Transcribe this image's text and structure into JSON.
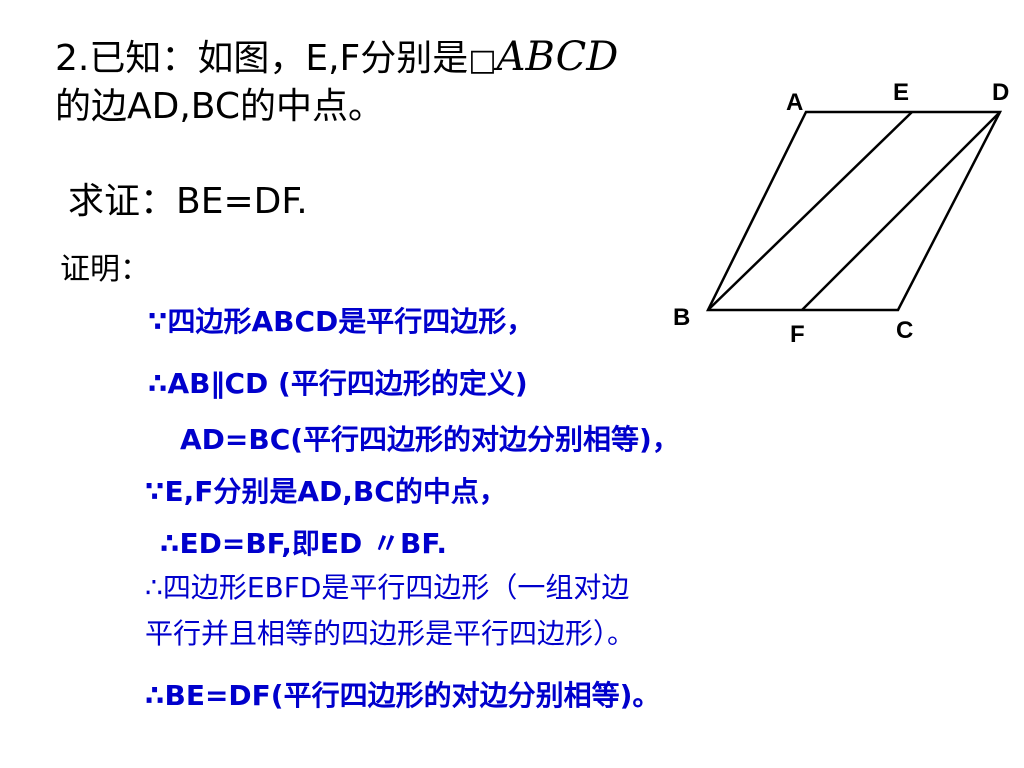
{
  "problem": {
    "line1_prefix": "2.已知：如图，E,F分别是",
    "placeholder_glyph": "□",
    "shape_name": "ABCD",
    "line2": "的边AD,BC的中点。"
  },
  "prove": {
    "text": "求证：BE=DF."
  },
  "proof_label": "证明：",
  "steps": [
    "∵四边形ABCD是平行四边形，",
    "∴AB∥CD  (平行四边形的定义)",
    "AD=BC(平行四边形的对边分别相等)，",
    "∵E,F分别是AD,BC的中点，",
    "∴ED=BF,即ED  〃BF.",
    "∴四边形EBFD是平行四边形（一组对边",
    "平行并且相等的四边形是平行四边形）。",
    "∴BE=DF(平行四边形的对边分别相等)。"
  ],
  "figure": {
    "labels": {
      "A": "A",
      "E": "E",
      "D": "D",
      "B": "B",
      "F": "F",
      "C": "C"
    }
  },
  "colors": {
    "text": "#000000",
    "proof_text": "#0000cc",
    "background": "#ffffff"
  }
}
